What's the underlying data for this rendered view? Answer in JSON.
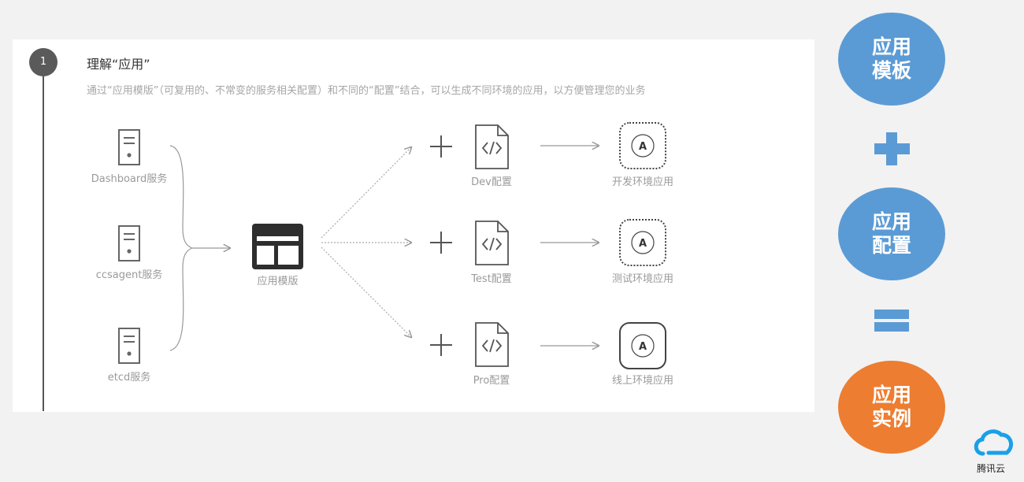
{
  "step": {
    "number": "1",
    "title": "理解“应用”",
    "subtitle": "通过“应用模版”（可复用的、不常变的服务相关配置）和不同的“配置”结合，可以生成不同环境的应用，以方便管理您的业务"
  },
  "services": [
    "Dashboard服务",
    "ccsagent服务",
    "etcd服务"
  ],
  "template_label": "应用模版",
  "configs": [
    "Dev配置",
    "Test配置",
    "Pro配置"
  ],
  "environments": [
    "开发环境应用",
    "测试环境应用",
    "线上环境应用"
  ],
  "app_icon_letter": "A",
  "equation": {
    "template": [
      "应用",
      "模板"
    ],
    "config": [
      "应用",
      "配置"
    ],
    "instance": [
      "应用",
      "实例"
    ],
    "colors": {
      "blue": "#5b9bd5",
      "orange": "#ed7d31"
    }
  },
  "logo": {
    "text": "腾讯云",
    "icon": "cloud-icon"
  }
}
